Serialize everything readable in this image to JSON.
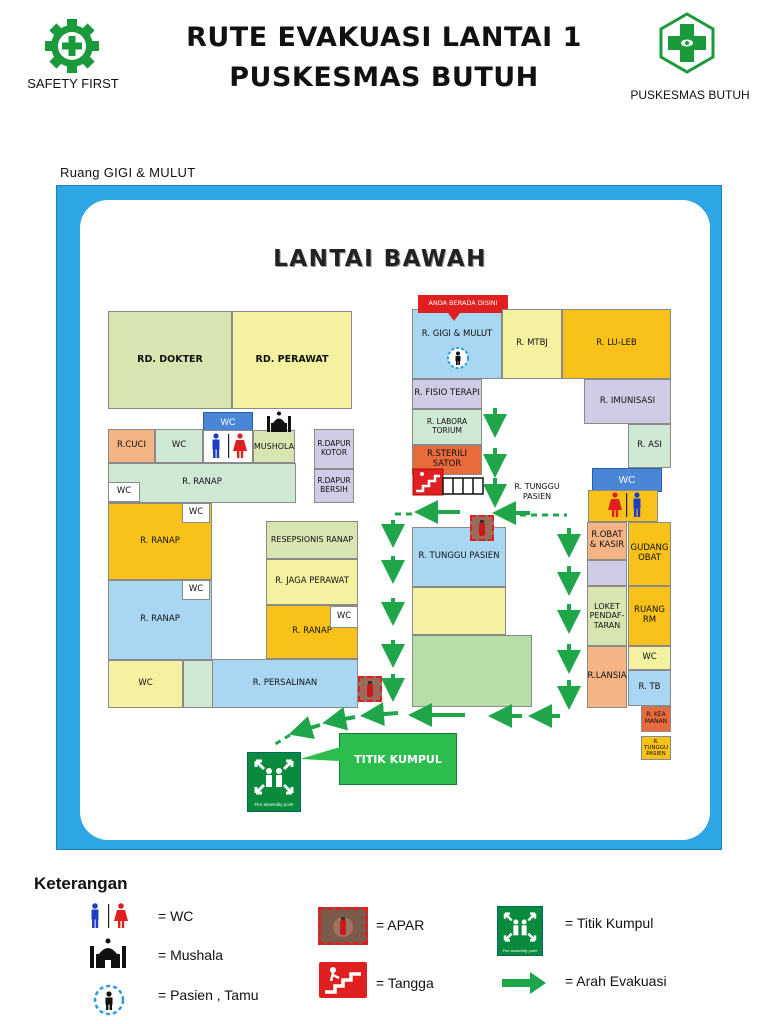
{
  "header": {
    "title_line1": "RUTE EVAKUASI LANTAI 1",
    "title_line2": "PUSKESMAS BUTUH",
    "left_logo_label": "SAFETY FIRST",
    "right_logo_label": "PUSKESMAS BUTUH"
  },
  "map": {
    "caption": "Ruang GIGI & MULUT",
    "floor_title": "LANTAI BAWAH",
    "you_are_here": "ANDA BERADA DISINI",
    "assembly_label": "TITIK KUMPUL",
    "assembly_sign_text": "Fire assembly point",
    "rooms": {
      "rd_dokter": "RD. DOKTER",
      "rd_perawat": "RD. PERAWAT",
      "wc_top": "WC",
      "mushola": "MUSHOLA",
      "r_cuci": "R.CUCI",
      "wc_a": "WC",
      "r_dapur_kotor": "R.DAPUR KOTOR",
      "r_dapur_bersih": "R.DAPUR BERSIH",
      "wc_b": "WC",
      "r_ranap_1": "R. RANAP",
      "r_ranap_2": "R. RANAP",
      "wc_c": "WC",
      "r_ranap_3": "R. RANAP",
      "wc_d": "WC",
      "wc_e": "WC",
      "resepsionis": "RESEPSIONIS RANAP",
      "r_jaga": "R. JAGA PERAWAT",
      "r_ranap_4": "R. RANAP",
      "wc_f": "WC",
      "r_persalinan": "R. PERSALINAN",
      "r_gigi": "R. GIGI & MULUT",
      "r_mtbj": "R. MTBJ",
      "r_luleb": "R. LU-LEB",
      "r_fisio": "R. FISIO TERAPI",
      "r_imunisasi": "R. IMUNISASI",
      "r_labora": "R. LABORA TORIUM",
      "r_asi": "R. ASI",
      "r_sterili": "R.STERILI SATOR",
      "r_tunggu_label": "R. TUNGGU PASIEN",
      "wc_right": "WC",
      "r_tunggu_2": "R. TUNGGU PASIEN",
      "r_obat": "R.OBAT & KASIR",
      "gudang": "GUDANG OBAT",
      "loket": "LOKET PENDAF- TARAN",
      "ruang_rm": "RUANG RM",
      "wc_g": "WC",
      "r_lansia": "R.LANSIA",
      "r_tb": "R. TB",
      "r_kea": "R. KEA MANAN",
      "r_tunggu_3": "R. TUNGGU PASIEN"
    }
  },
  "legend": {
    "heading": "Keterangan",
    "wc": "= WC",
    "mushala": "= Mushala",
    "pasien": "= Pasien , Tamu",
    "apar": "= APAR",
    "tangga": "= Tangga",
    "titik_kumpul": "= Titik Kumpul",
    "arah": "= Arah Evakuasi"
  },
  "colors": {
    "frame_blue": "#2ea6e6",
    "route_green": "#1fa64a",
    "sign_green": "#0a8a3c",
    "marker_red": "#e02020"
  },
  "icons": [
    "safety-first-gear-icon",
    "puskesmas-logo-icon",
    "wc-icon",
    "mosque-icon",
    "patient-icon",
    "apar-icon",
    "stairs-icon",
    "assembly-point-icon",
    "arrow-right-icon"
  ]
}
